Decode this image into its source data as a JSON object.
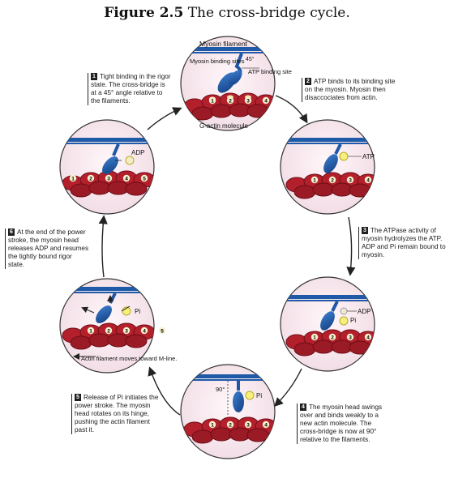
{
  "figure": {
    "label": "Figure 2.5",
    "title": "The cross-bridge cycle."
  },
  "top_panel": {
    "myosin_filament": "Myosin filament",
    "myosin_binding_sites": "Myosin binding sites",
    "angle": "45°",
    "atp_binding_site": "ATP binding site",
    "g_actin": "G-actin molecule"
  },
  "panel_labels": {
    "adp": "ADP",
    "atp": "ATP",
    "pi": "Pi",
    "angle_90": "90°",
    "actin_moves": "Actin filament moves toward M-line."
  },
  "actin_numbers": [
    "1",
    "2",
    "3",
    "4",
    "5"
  ],
  "steps": [
    {
      "num": "1",
      "text": "Tight binding in the rigor state. The cross-bridge is at a 45° angle relative to the filaments."
    },
    {
      "num": "2",
      "text": "ATP binds to its binding site on the myosin. Myosin then disaccociates from actin."
    },
    {
      "num": "3",
      "text": "The ATPase activity of myosin hydrolyzes the ATP. ADP and Pi remain bound to myosin."
    },
    {
      "num": "4",
      "text": "The myosin head swings over and binds weakly to a new actin molecule. The cross-bridge is now at 90° relative to the filaments."
    },
    {
      "num": "5",
      "text": "Release of Pi initiates the power stroke. The myosin head rotates on its hinge, pushing the actin filament past it."
    },
    {
      "num": "6",
      "text": "At the end of the power stroke, the myosin head releases ADP and resumes the tightly bound rigor state."
    }
  ],
  "colors": {
    "myosin_filament": "#1e5aa8",
    "myosin_head": "#1f56a6",
    "actin": "#b3202c",
    "actin_dark": "#6e0d16",
    "actin_site": "#f3e6b0",
    "atp": "#f6ef7a",
    "circle_bg": "#f7e8ee"
  }
}
